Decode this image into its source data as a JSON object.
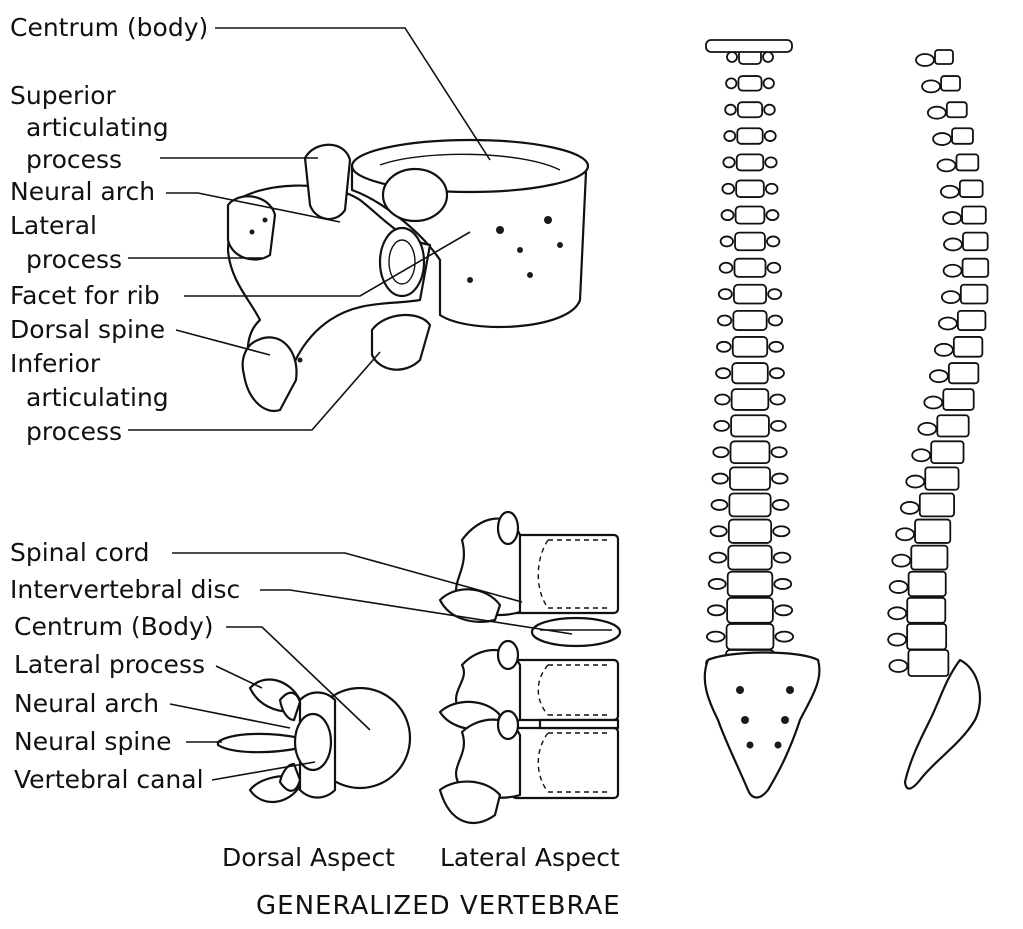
{
  "top_labels": {
    "centrum": "Centrum (body)",
    "superior_1": "Superior",
    "superior_2": "articulating",
    "superior_3": "process",
    "neural_arch": "Neural arch",
    "lateral_1": "Lateral",
    "lateral_2": "process",
    "facet": "Facet for rib",
    "dorsal_spine": "Dorsal spine",
    "inferior_1": "Inferior",
    "inferior_2": "articulating",
    "inferior_3": "process"
  },
  "bottom_labels": {
    "spinal_cord": "Spinal cord",
    "disc": "Intervertebral disc",
    "centrum": "Centrum (Body)",
    "lateral_process": "Lateral process",
    "neural_arch": "Neural arch",
    "neural_spine": "Neural spine",
    "vertebral_canal": "Vertebral canal"
  },
  "aspects": {
    "dorsal": "Dorsal Aspect",
    "lateral": "Lateral Aspect"
  },
  "caption": "GENERALIZED VERTEBRAE"
}
